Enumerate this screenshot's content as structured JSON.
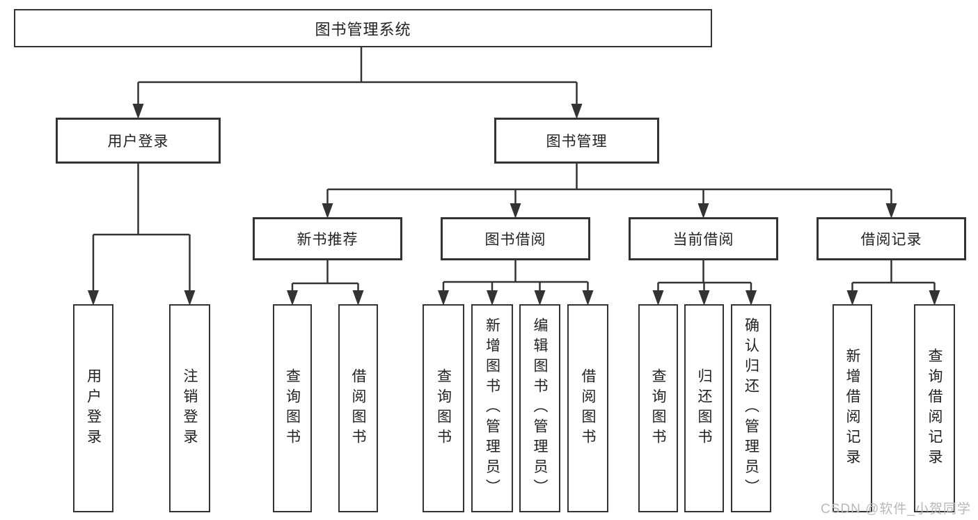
{
  "colors": {
    "line": "#333333",
    "box_border": "#333333",
    "text": "#222222",
    "watermark": "#b8b8b8",
    "background": "#ffffff"
  },
  "tree": {
    "label": "图书管理系统",
    "children": [
      {
        "label": "用户登录",
        "children": [
          {
            "label": "用户登录"
          },
          {
            "label": "注销登录"
          }
        ]
      },
      {
        "label": "图书管理",
        "children": [
          {
            "label": "新书推荐",
            "children": [
              {
                "label": "查询图书"
              },
              {
                "label": "借阅图书"
              }
            ]
          },
          {
            "label": "图书借阅",
            "children": [
              {
                "label": "查询图书"
              },
              {
                "label": "新增图书（管理员）"
              },
              {
                "label": "编辑图书（管理员）"
              },
              {
                "label": "借阅图书"
              }
            ]
          },
          {
            "label": "当前借阅",
            "children": [
              {
                "label": "查询图书"
              },
              {
                "label": "归还图书"
              },
              {
                "label": "确认归还（管理员）"
              }
            ]
          },
          {
            "label": "借阅记录",
            "children": [
              {
                "label": "新增借阅记录"
              },
              {
                "label": "查询借阅记录"
              }
            ]
          }
        ]
      }
    ]
  },
  "watermark": {
    "text": "CSDN @软件_小贺同学"
  }
}
